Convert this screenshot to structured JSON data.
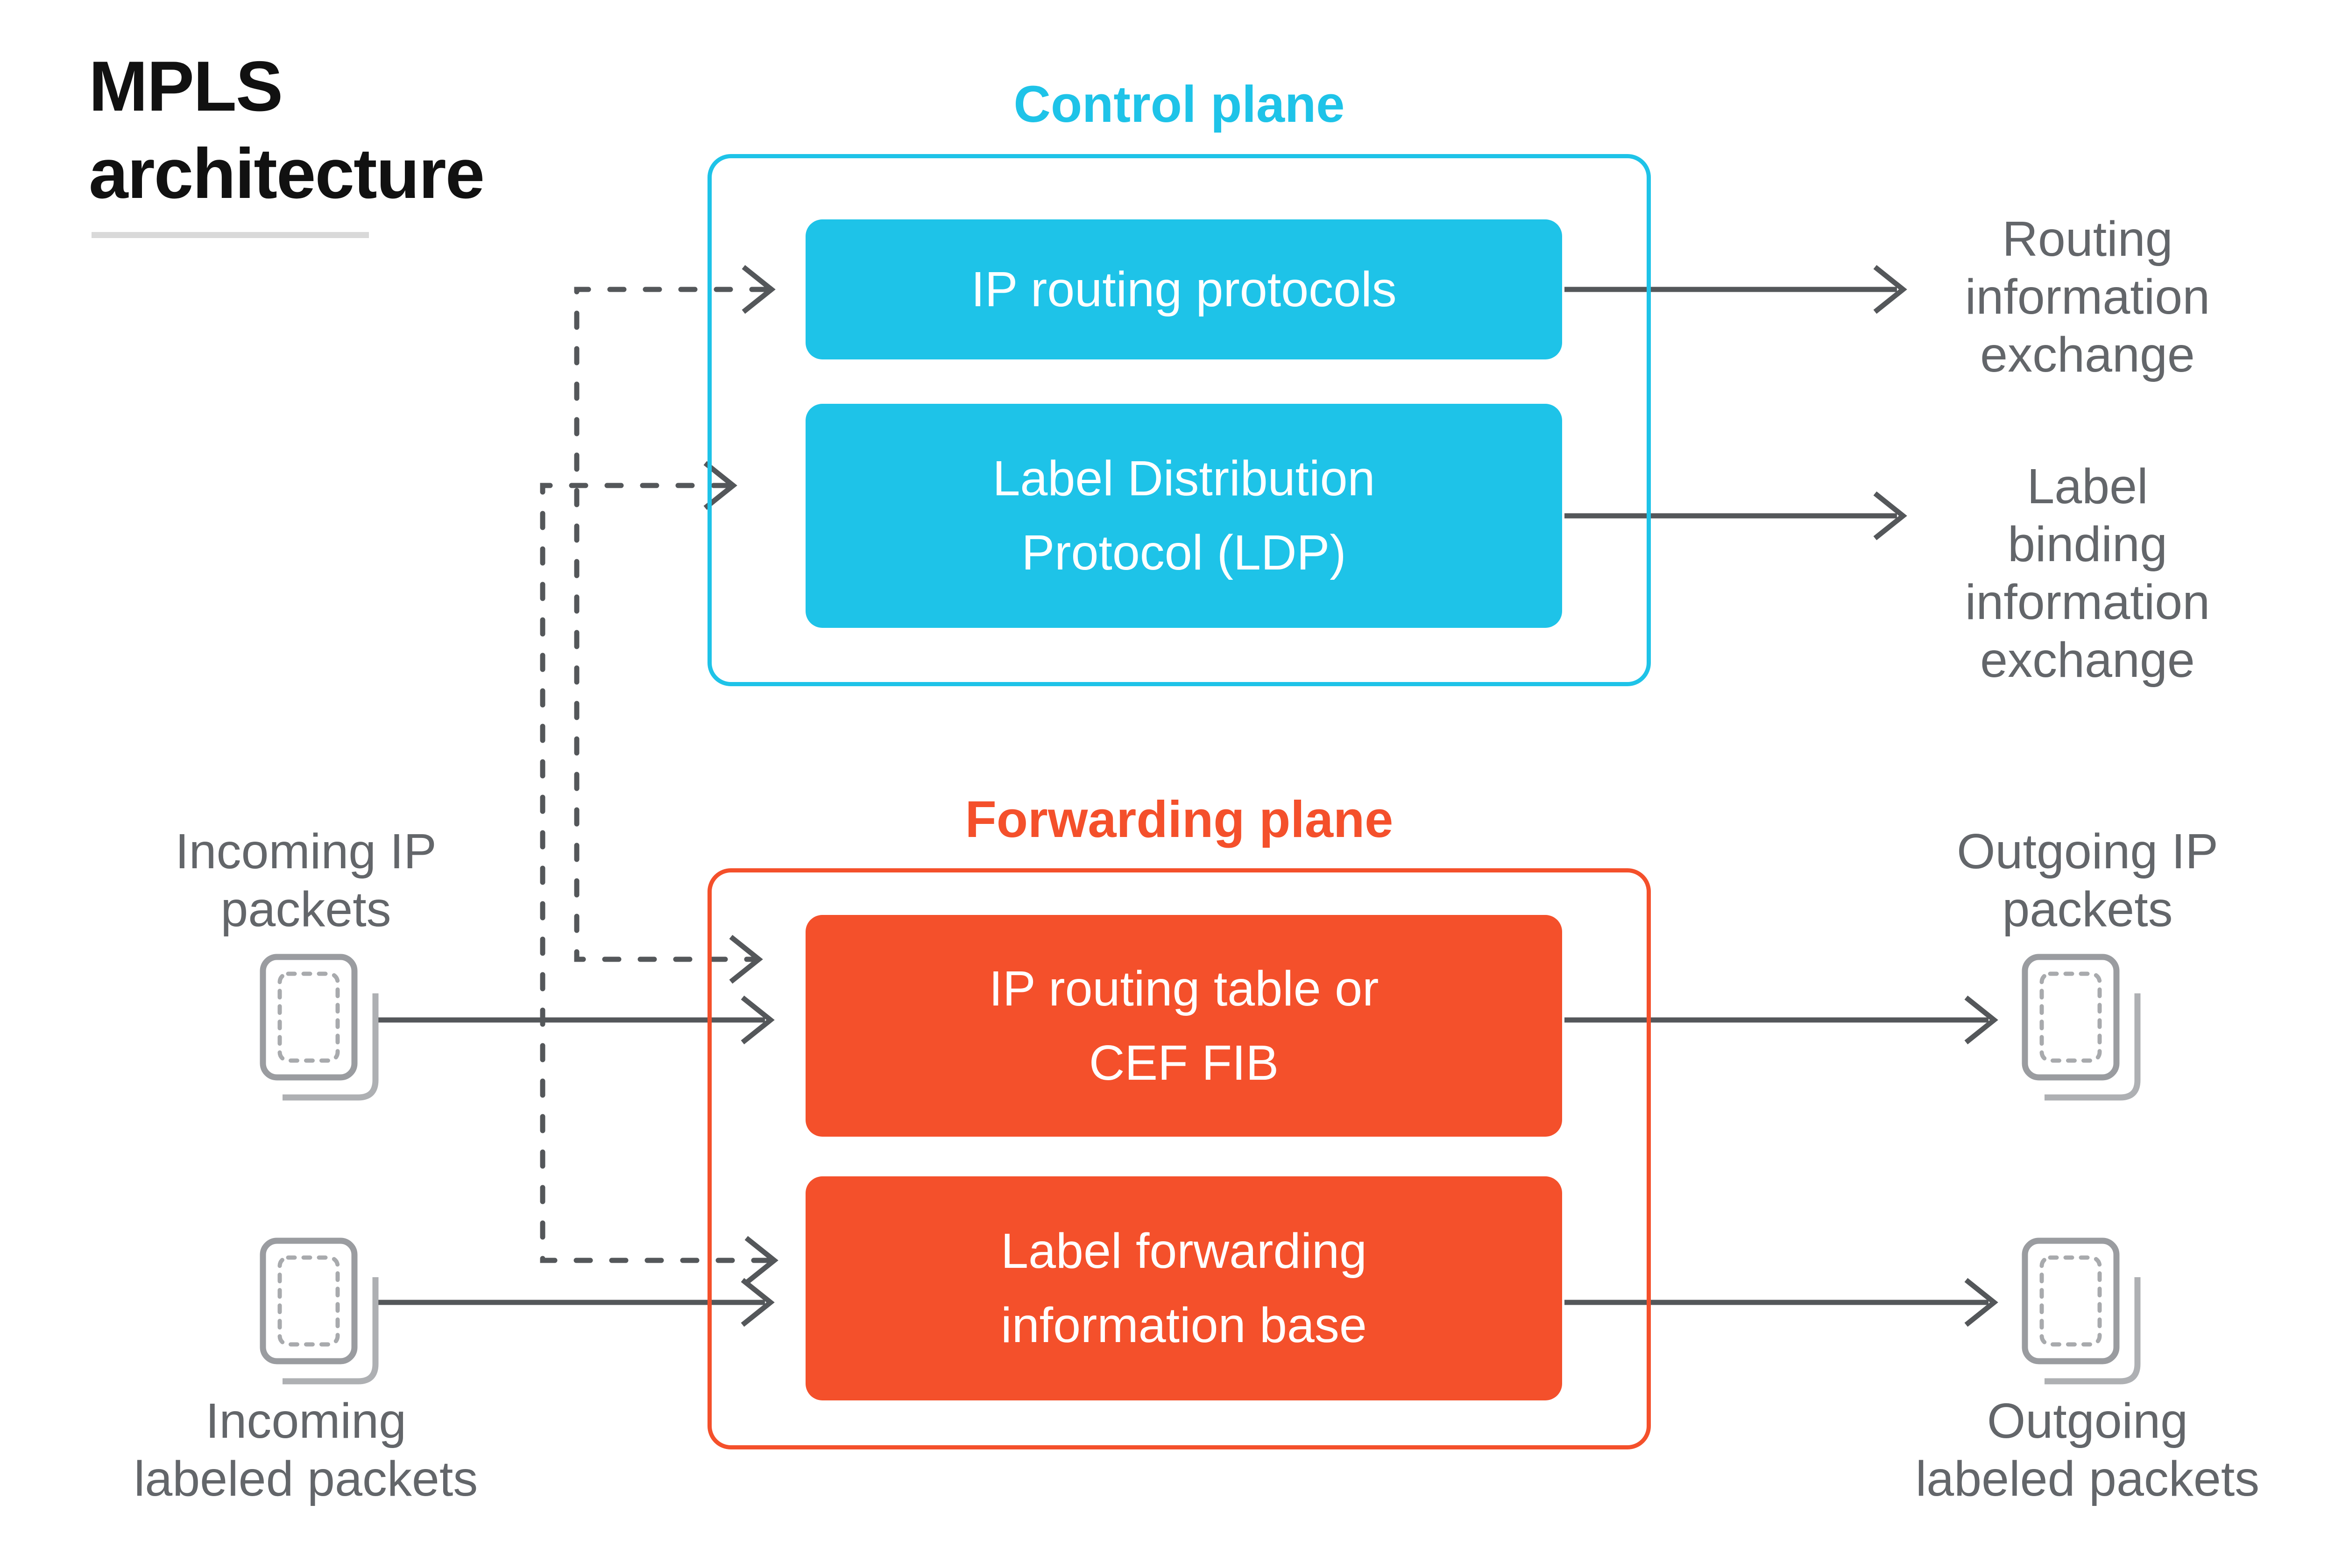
{
  "colors": {
    "cyan": "#1EC3E8",
    "orange": "#F4502B",
    "text_dark": "#111111",
    "text_gray": "#63666A",
    "arrow": "#54575A",
    "icon": "#9A9CA0",
    "icon_dash": "#A8AAAD",
    "underline": "#D9D9D9",
    "box_text": "#FFFFFF"
  },
  "header": {
    "title": "MPLS\narchitecture"
  },
  "control_plane": {
    "heading": "Control plane",
    "boxes": {
      "ip_routing_protocols": "IP routing protocols",
      "ldp": "Label Distribution\nProtocol (LDP)"
    }
  },
  "forwarding_plane": {
    "heading": "Forwarding plane",
    "boxes": {
      "ip_routing_table": "IP routing table or\nCEF FIB",
      "lfib": "Label forwarding\ninformation base"
    }
  },
  "inputs": {
    "incoming_ip": "Incoming IP\npackets",
    "incoming_labeled": "Incoming\nlabeled packets"
  },
  "outputs": {
    "routing_info_exchange": "Routing\ninformation\nexchange",
    "label_binding_exchange": "Label\nbinding\ninformation\nexchange",
    "outgoing_ip": "Outgoing IP\npackets",
    "outgoing_labeled": "Outgoing\nlabeled packets"
  },
  "icons": {
    "packet": "packet-stack-icon"
  }
}
